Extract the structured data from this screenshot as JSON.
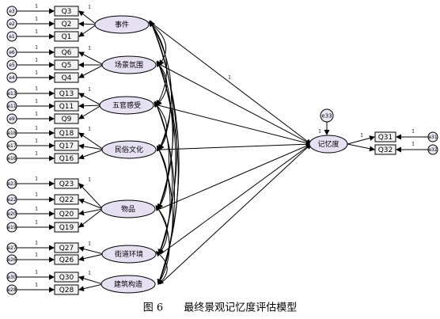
{
  "diagram": {
    "latents": [
      {
        "id": "L1",
        "label": "事件"
      },
      {
        "id": "L2",
        "label": "场景氛围"
      },
      {
        "id": "L3",
        "label": "五官感受"
      },
      {
        "id": "L4",
        "label": "民俗文化"
      },
      {
        "id": "L5",
        "label": "物品"
      },
      {
        "id": "L6",
        "label": "街道环境"
      },
      {
        "id": "L7",
        "label": "建筑构造"
      }
    ],
    "indicators": [
      {
        "latent": "L1",
        "items": [
          {
            "q": "Q3",
            "e": "e3"
          },
          {
            "q": "Q2",
            "e": "e2"
          },
          {
            "q": "Q1",
            "e": "e1"
          }
        ]
      },
      {
        "latent": "L2",
        "items": [
          {
            "q": "Q6",
            "e": "e6"
          },
          {
            "q": "Q5",
            "e": "e5"
          },
          {
            "q": "Q4",
            "e": "e4"
          }
        ]
      },
      {
        "latent": "L3",
        "items": [
          {
            "q": "Q13",
            "e": "e13"
          },
          {
            "q": "Q11",
            "e": "e11"
          },
          {
            "q": "Q9",
            "e": "e9"
          }
        ]
      },
      {
        "latent": "L4",
        "items": [
          {
            "q": "Q18",
            "e": "e18"
          },
          {
            "q": "Q17",
            "e": "e17"
          },
          {
            "q": "Q16",
            "e": "e16"
          }
        ]
      },
      {
        "latent": "L5",
        "items": [
          {
            "q": "Q23",
            "e": "e23"
          },
          {
            "q": "Q22",
            "e": "e22"
          },
          {
            "q": "Q20",
            "e": "e20"
          },
          {
            "q": "Q19",
            "e": "e19"
          }
        ]
      },
      {
        "latent": "L6",
        "items": [
          {
            "q": "Q27",
            "e": "e27"
          },
          {
            "q": "Q26",
            "e": "e26"
          }
        ]
      },
      {
        "latent": "L7",
        "items": [
          {
            "q": "Q30",
            "e": "e30"
          },
          {
            "q": "Q28",
            "e": "e28"
          }
        ]
      }
    ],
    "outcome": {
      "label": "记忆度",
      "error": "e33",
      "items": [
        {
          "q": "Q31",
          "e": "e31"
        },
        {
          "q": "Q32",
          "e": "e32"
        }
      ]
    },
    "path_label": "1"
  },
  "caption": "图 6　　最终景观记忆度评估模型"
}
